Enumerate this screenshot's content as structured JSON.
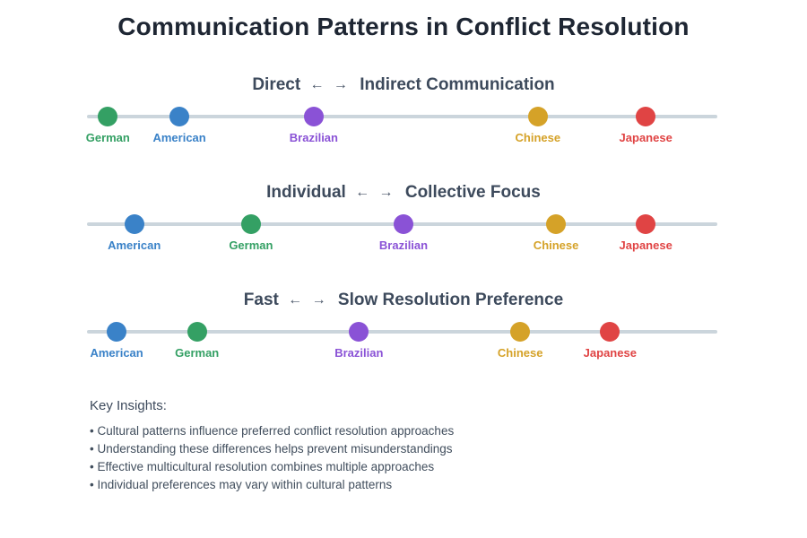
{
  "title": "Communication Patterns in Conflict Resolution",
  "colors": {
    "track": "#CBD5DC",
    "title_text": "#1E2633",
    "header_text": "#3D4A5C",
    "body_text": "#414E5D",
    "german": "#34A064",
    "american": "#3A82C8",
    "brazilian": "#8A52D6",
    "chinese": "#D5A228",
    "japanese": "#E04444"
  },
  "chart_data": [
    {
      "type": "scatter",
      "subtype": "cultural-spectrum",
      "left_pole": "Direct",
      "arrows": "← →",
      "right_pole": "Indirect Communication",
      "axis": {
        "unit": "percent along spectrum from left pole",
        "min": 0,
        "max": 100,
        "grid": false
      },
      "points": [
        {
          "label": "German",
          "x_pct": 2.9,
          "color": "#34A064"
        },
        {
          "label": "American",
          "x_pct": 14.3,
          "color": "#3A82C8"
        },
        {
          "label": "Brazilian",
          "x_pct": 35.7,
          "color": "#8A52D6"
        },
        {
          "label": "Chinese",
          "x_pct": 71.4,
          "color": "#D5A228"
        },
        {
          "label": "Japanese",
          "x_pct": 88.6,
          "color": "#E04444"
        }
      ]
    },
    {
      "type": "scatter",
      "subtype": "cultural-spectrum",
      "left_pole": "Individual",
      "arrows": "← →",
      "right_pole": "Collective Focus",
      "axis": {
        "unit": "percent along spectrum from left pole",
        "min": 0,
        "max": 100,
        "grid": false
      },
      "points": [
        {
          "label": "American",
          "x_pct": 7.1,
          "color": "#3A82C8"
        },
        {
          "label": "German",
          "x_pct": 25.7,
          "color": "#34A064"
        },
        {
          "label": "Brazilian",
          "x_pct": 50.0,
          "color": "#8A52D6"
        },
        {
          "label": "Chinese",
          "x_pct": 74.3,
          "color": "#D5A228"
        },
        {
          "label": "Japanese",
          "x_pct": 88.6,
          "color": "#E04444"
        }
      ]
    },
    {
      "type": "scatter",
      "subtype": "cultural-spectrum",
      "left_pole": "Fast",
      "arrows": "← →",
      "right_pole": "Slow Resolution Preference",
      "axis": {
        "unit": "percent along spectrum from left pole",
        "min": 0,
        "max": 100,
        "grid": false
      },
      "points": [
        {
          "label": "American",
          "x_pct": 4.3,
          "color": "#3A82C8"
        },
        {
          "label": "German",
          "x_pct": 17.1,
          "color": "#34A064"
        },
        {
          "label": "Brazilian",
          "x_pct": 42.9,
          "color": "#8A52D6"
        },
        {
          "label": "Chinese",
          "x_pct": 68.6,
          "color": "#D5A228"
        },
        {
          "label": "Japanese",
          "x_pct": 82.9,
          "color": "#E04444"
        }
      ]
    }
  ],
  "insights": {
    "heading": "Key Insights:",
    "items": [
      "• Cultural patterns influence preferred conflict resolution approaches",
      "• Understanding these differences helps prevent misunderstandings",
      "• Effective multicultural resolution combines multiple approaches",
      "• Individual preferences may vary within cultural patterns"
    ]
  }
}
